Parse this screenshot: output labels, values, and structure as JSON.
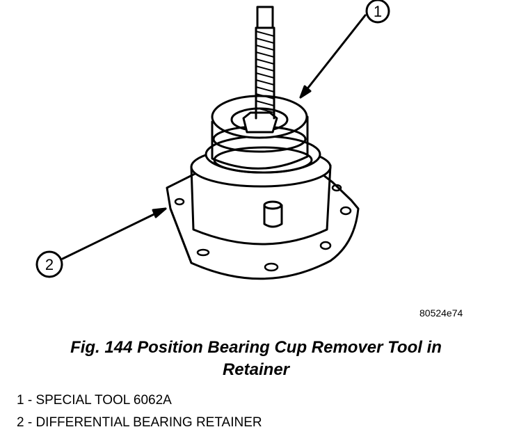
{
  "callouts": [
    {
      "number": "1"
    },
    {
      "number": "2"
    }
  ],
  "figure_code": "80524e74",
  "caption": {
    "line1": "Fig. 144 Position Bearing Cup Remover Tool in",
    "line2": "Retainer"
  },
  "legend": [
    {
      "text": "1 - SPECIAL TOOL 6062A"
    },
    {
      "text": "2 - DIFFERENTIAL BEARING RETAINER"
    }
  ]
}
